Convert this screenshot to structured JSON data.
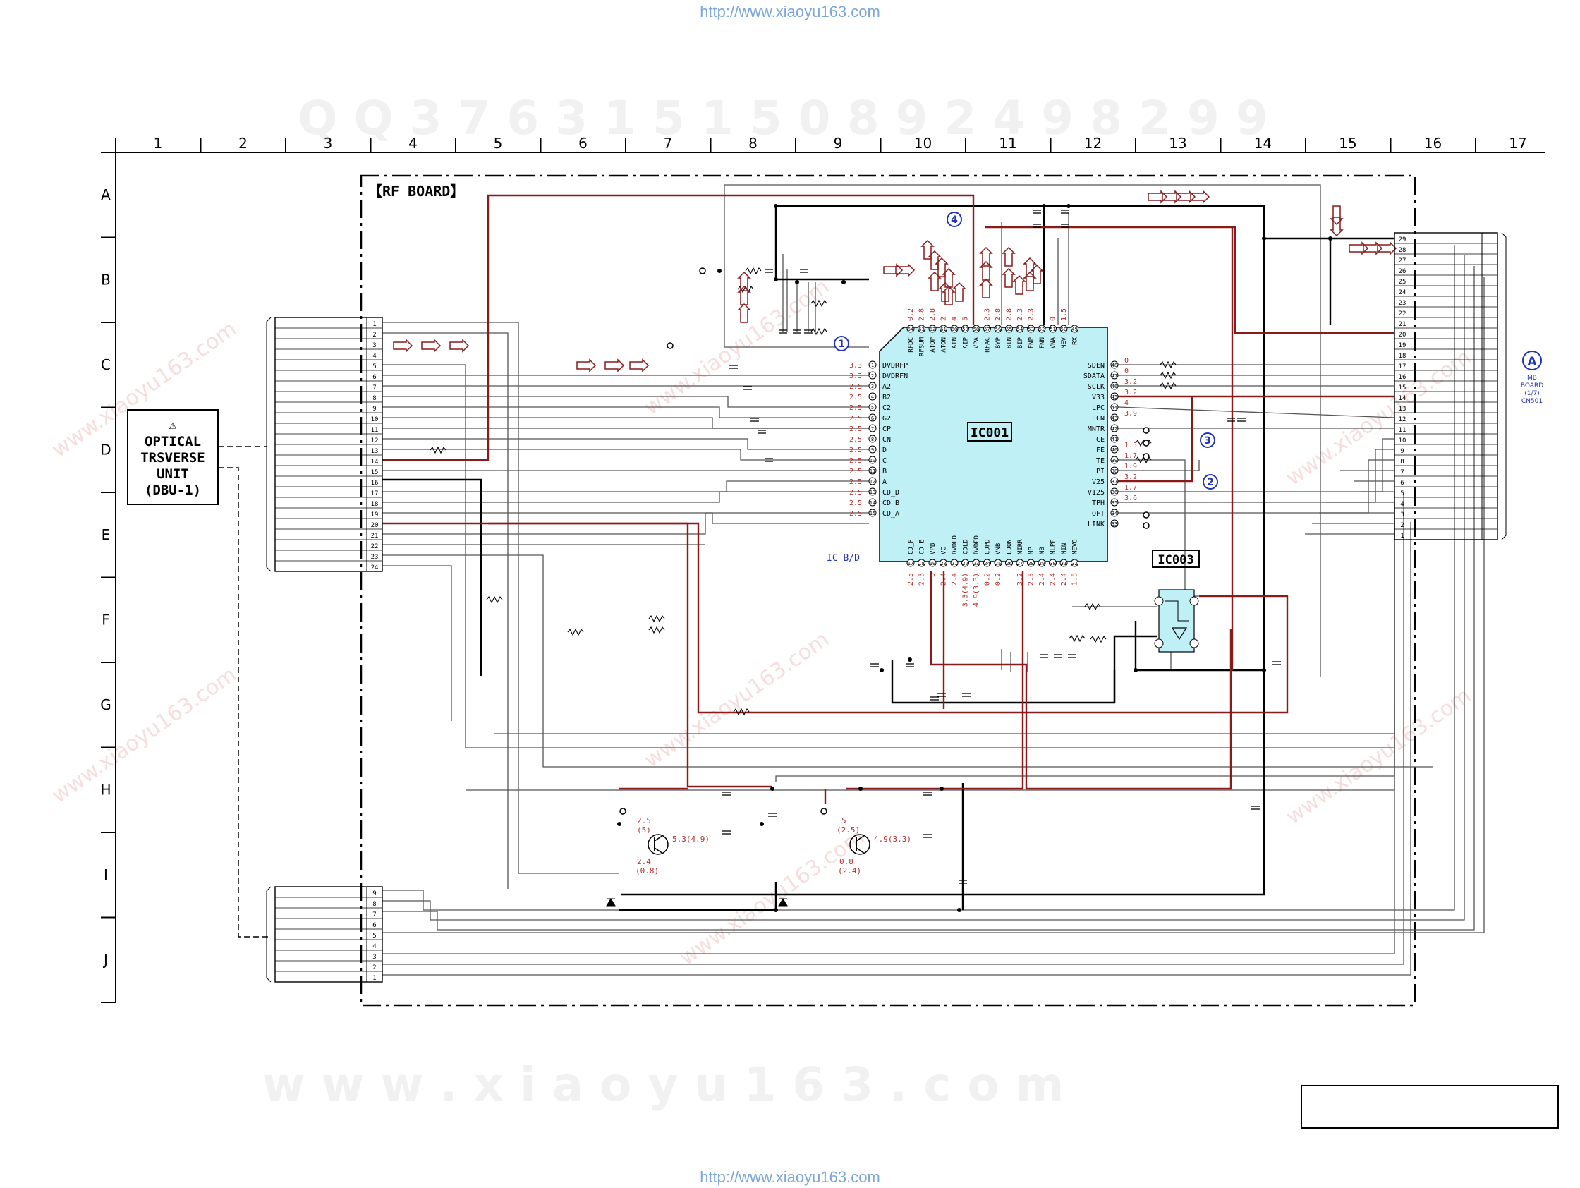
{
  "header_url": "http://www.xiaoyu163.com",
  "footer_url": "http://www.xiaoyu163.com",
  "watermark_top": "Q Q 3 7 6 3 1 5 1 5 0    8 9 2 4 9 8 2 9 9",
  "watermark_bottom": "w w w . x i a o y u 1 6 3 . c o m",
  "watermark_diag": "www.xiaoyu163.com",
  "col_labels": [
    "1",
    "2",
    "3",
    "4",
    "5",
    "6",
    "7",
    "8",
    "9",
    "10",
    "11",
    "12",
    "13",
    "14",
    "15",
    "16",
    "17"
  ],
  "row_labels": [
    "A",
    "B",
    "C",
    "D",
    "E",
    "F",
    "G",
    "H",
    "I",
    "J"
  ],
  "board_label": "【RF BOARD】",
  "unit": {
    "warn": "⚠",
    "lines": [
      "OPTICAL",
      "TRSVERSE",
      "UNIT",
      "(DBU-1)"
    ]
  },
  "ic001": {
    "label": "IC001",
    "left_pins": [
      "DVDRFP",
      "DVDRFN",
      "A2",
      "B2",
      "C2",
      "G2",
      "CP",
      "CN",
      "D",
      "C",
      "B",
      "A",
      "CD_D",
      "CD_B",
      "CD_A"
    ],
    "left_nums": [
      "1",
      "2",
      "3",
      "4",
      "5",
      "6",
      "7",
      "8",
      "9",
      "10",
      "11",
      "12",
      "13",
      "14",
      "15"
    ],
    "left_volts": [
      "3.3",
      "3.3",
      "2.5",
      "2.5",
      "2.5",
      "2.5",
      "2.5",
      "2.5",
      "2.5",
      "2.5",
      "2.5",
      "2.5",
      "2.5",
      "2.5",
      "2.5"
    ],
    "right_pins": [
      "SDEN",
      "SDATA",
      "SCLK",
      "V33",
      "LPC",
      "LCN",
      "MNTR",
      "CE",
      "FE",
      "TE",
      "PI",
      "V25",
      "V125",
      "TPH",
      "OFT",
      "LINK"
    ],
    "right_nums": [
      "48",
      "47",
      "46",
      "45",
      "44",
      "43",
      "42",
      "41",
      "40",
      "39",
      "38",
      "37",
      "36",
      "35",
      "34",
      "33"
    ],
    "right_volts": [
      "0",
      "0",
      "3.2",
      "3.2",
      "4",
      "3.9",
      "",
      "",
      "1.5",
      "1.7",
      "1.9",
      "3.2",
      "1.7",
      "3.6",
      "",
      ""
    ],
    "top_pins": [
      "RFDC",
      "RFSUM",
      "ATOP",
      "ATON",
      "AIN",
      "AIP",
      "VPA",
      "RFAC",
      "BYP",
      "BIN",
      "BIP",
      "FNP",
      "FNN",
      "VNA",
      "MEV",
      "RX"
    ],
    "top_nums": [
      "64",
      "63",
      "62",
      "61",
      "60",
      "59",
      "58",
      "57",
      "56",
      "55",
      "54",
      "53",
      "52",
      "51",
      "50",
      "49"
    ],
    "top_volts": [
      "0.2",
      "2.8",
      "2.8",
      "2",
      "4",
      "5",
      "",
      "2.3",
      "2.8",
      "2.8",
      "2.3",
      "2.3",
      "",
      "0",
      "1.5",
      ""
    ],
    "bottom_pins": [
      "CD_F",
      "CD_E",
      "VPB",
      "VC",
      "DVDLD",
      "CDLD",
      "DVDPD",
      "CDPD",
      "VNB",
      "LDON",
      "MIRR",
      "MP",
      "MB",
      "MLPF",
      "MIN",
      "MEVO"
    ],
    "bottom_nums": [
      "17",
      "18",
      "19",
      "20",
      "21",
      "22",
      "23",
      "24",
      "25",
      "26",
      "27",
      "28",
      "29",
      "30",
      "31",
      "32"
    ],
    "bottom_volts": [
      "2.5",
      "2.5",
      "5",
      "2.4",
      "2.4",
      "3.3(4.9)",
      "4.9(3.3)",
      "0.2",
      "0.2",
      "",
      "3.2",
      "2.5",
      "2.4",
      "2.4",
      "2.4",
      "1.5"
    ]
  },
  "ic_bd_label": "IC B/D",
  "ic003_label": "IC003",
  "cn_right": {
    "pins": [
      "29",
      "28",
      "27",
      "26",
      "25",
      "24",
      "23",
      "22",
      "21",
      "20",
      "19",
      "18",
      "17",
      "16",
      "15",
      "14",
      "13",
      "12",
      "11",
      "10",
      "9",
      "8",
      "7",
      "6",
      "5",
      "4",
      "3",
      "2",
      "1"
    ],
    "mark": "A",
    "board_lines": [
      "MB",
      "BOARD",
      "(1/7)",
      "CN501"
    ]
  },
  "cn_left_top": {
    "pins": [
      "1",
      "2",
      "3",
      "4",
      "5",
      "6",
      "7",
      "8",
      "9",
      "10",
      "11",
      "12",
      "13",
      "14",
      "15",
      "16",
      "17",
      "18",
      "19",
      "20",
      "21",
      "22",
      "23",
      "24"
    ]
  },
  "cn_left_bottom": {
    "pins": [
      "9",
      "8",
      "7",
      "6",
      "5",
      "4",
      "3",
      "2",
      "1"
    ]
  },
  "markers": [
    "1",
    "2",
    "3",
    "4"
  ],
  "q_left": {
    "base": [
      "2.5",
      "(5)"
    ],
    "collector": "5.3(4.9)",
    "emitter": [
      "2.4",
      "(0.8)"
    ]
  },
  "q_right": {
    "base": [
      "5",
      "(2.5)"
    ],
    "collector": "4.9(3.3)",
    "emitter": [
      "0.8",
      "(2.4)"
    ]
  },
  "colors": {
    "signal": "#8b1a1a",
    "wire": "#000000",
    "ic_fill": "#bff0f5",
    "marker": "#2233bb",
    "voltage": "#b03030",
    "grid": "#000000"
  }
}
